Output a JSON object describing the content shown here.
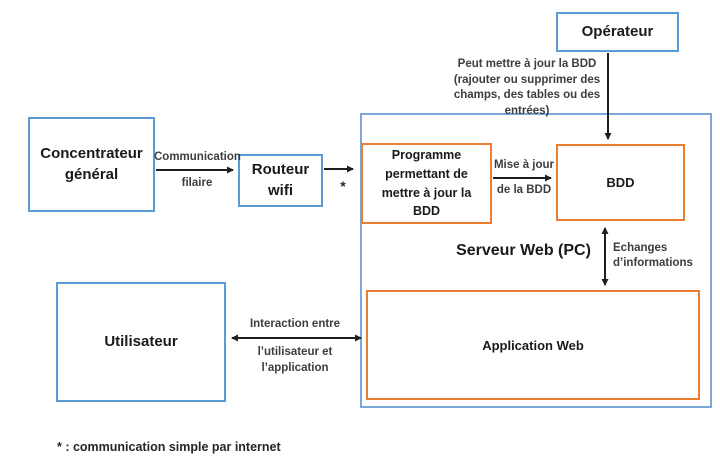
{
  "diagram": {
    "boxes": {
      "operateur": "Opérateur",
      "concentrateur": "Concentrateur général",
      "routeur": "Routeur wifi",
      "utilisateur": "Utilisateur",
      "programme": "Programme permettant de mettre à jour la BDD",
      "bdd": "BDD",
      "application_web": "Application Web",
      "serveur_web": "Serveur Web (PC)"
    },
    "labels": {
      "communication_line1": "Communication",
      "communication_line2": "filaire",
      "asterisk": "*",
      "operateur_note_line1": "Peut mettre à jour la BDD",
      "operateur_note_line2": "(rajouter ou supprimer des",
      "operateur_note_line3": "champs, des tables ou des entrées)",
      "mise_line1": "Mise à jour",
      "mise_line2": "de la  BDD",
      "echanges_line1": "Echanges",
      "echanges_line2": "d’informations",
      "interaction_line1": "Interaction entre",
      "interaction_line2": "l’utilisateur et",
      "interaction_line3": "l’application",
      "footnote": "* : communication simple par internet"
    },
    "colors": {
      "blue_border": "#5B9BD5",
      "container_border": "#7BA7D9",
      "orange_border": "#ED7D31",
      "arrow": "#1f1f1f",
      "label_text": "#3d3d3d",
      "box_text": "#1a1a1a"
    }
  }
}
